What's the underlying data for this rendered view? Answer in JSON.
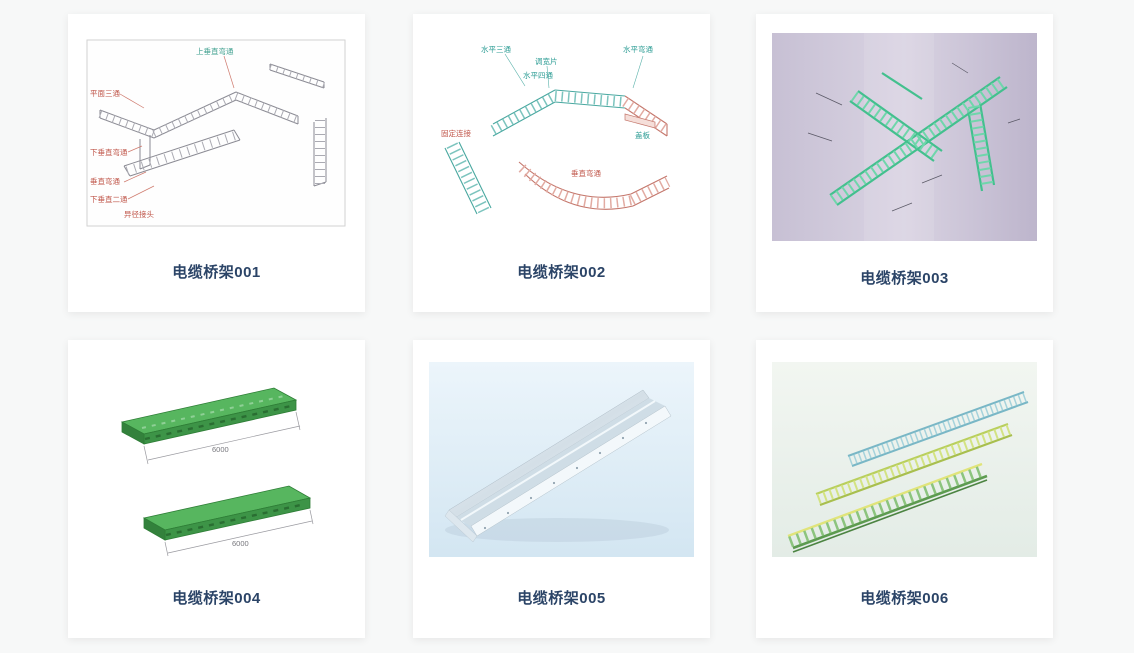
{
  "page": {
    "background_color": "#f7f8f8",
    "card_background_color": "#ffffff",
    "title_color": "#2b4467"
  },
  "products": [
    {
      "title": "电缆桥架001",
      "image": "cable-tray-isometric-line-drawing",
      "annotations": [
        "平面三通",
        "下垂直弯通",
        "垂直弯通",
        "下垂直二通",
        "异径接头",
        "上垂直弯通"
      ]
    },
    {
      "title": "电缆桥架002",
      "image": "cable-tray-colored-line-drawing",
      "annotations": [
        "水平三通",
        "调宽片",
        "水平四通",
        "水平弯通",
        "盖板",
        "垂直弯通",
        "固定连接"
      ]
    },
    {
      "title": "电缆桥架003",
      "image": "green-cable-tray-diagram-on-purple",
      "annotations": []
    },
    {
      "title": "电缆桥架004",
      "image": "green-cable-tray-dimension-drawing",
      "annotations": [
        "6000",
        "6000"
      ]
    },
    {
      "title": "电缆桥架005",
      "image": "steel-channel-cable-tray-photo",
      "annotations": []
    },
    {
      "title": "电缆桥架006",
      "image": "ladder-cable-tray-render",
      "annotations": []
    }
  ]
}
